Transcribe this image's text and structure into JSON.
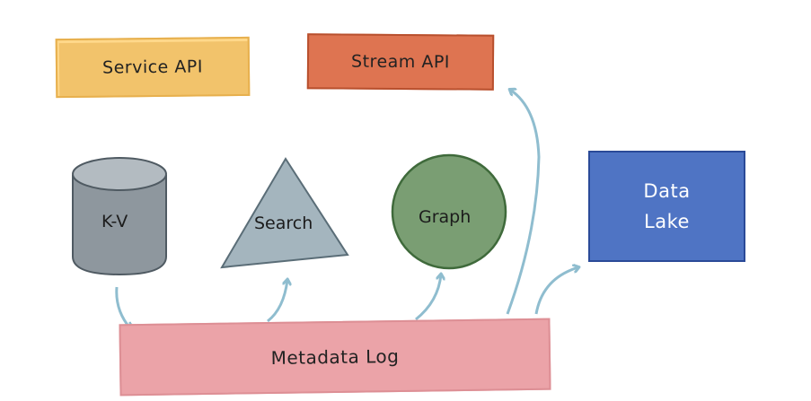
{
  "diagram": {
    "service_api": "Service API",
    "stream_api": "Stream API",
    "kv": "K-V",
    "search": "Search",
    "graph": "Graph",
    "data_lake_line1": "Data",
    "data_lake_line2": "Lake",
    "metadata_log": "Metadata Log"
  },
  "colors": {
    "service_api": "#f2c36b",
    "stream_api": "#de7451",
    "kv": "#8e979e",
    "search": "#a4b5be",
    "graph": "#7a9e73",
    "data_lake": "#4f74c4",
    "metadata_log": "#eba3a8",
    "arrows": "#8fbdcf"
  }
}
